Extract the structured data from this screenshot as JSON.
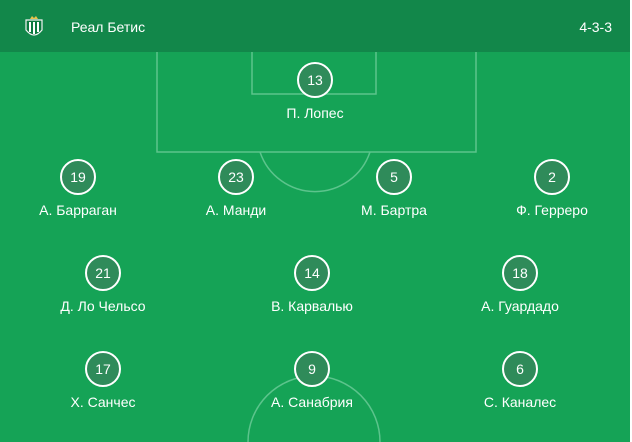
{
  "header": {
    "team_name": "Реал Бетис",
    "formation": "4-3-3",
    "crest_icon": "real-betis-crest-icon"
  },
  "colors": {
    "pitch": "#15a356",
    "header": "#12874a",
    "number_circle": "#2f8b5a",
    "lines": "#5cc48c"
  },
  "players": [
    {
      "number": "13",
      "name": "П. Лопес"
    },
    {
      "number": "19",
      "name": "А. Барраган"
    },
    {
      "number": "23",
      "name": "А. Манди"
    },
    {
      "number": "5",
      "name": "М. Бартра"
    },
    {
      "number": "2",
      "name": "Ф. Герреро"
    },
    {
      "number": "21",
      "name": "Д. Ло Чельсо"
    },
    {
      "number": "14",
      "name": "В. Карвалью"
    },
    {
      "number": "18",
      "name": "А. Гуардадо"
    },
    {
      "number": "17",
      "name": "Х. Санчес"
    },
    {
      "number": "9",
      "name": "А. Санабрия"
    },
    {
      "number": "6",
      "name": "С. Каналес"
    }
  ]
}
